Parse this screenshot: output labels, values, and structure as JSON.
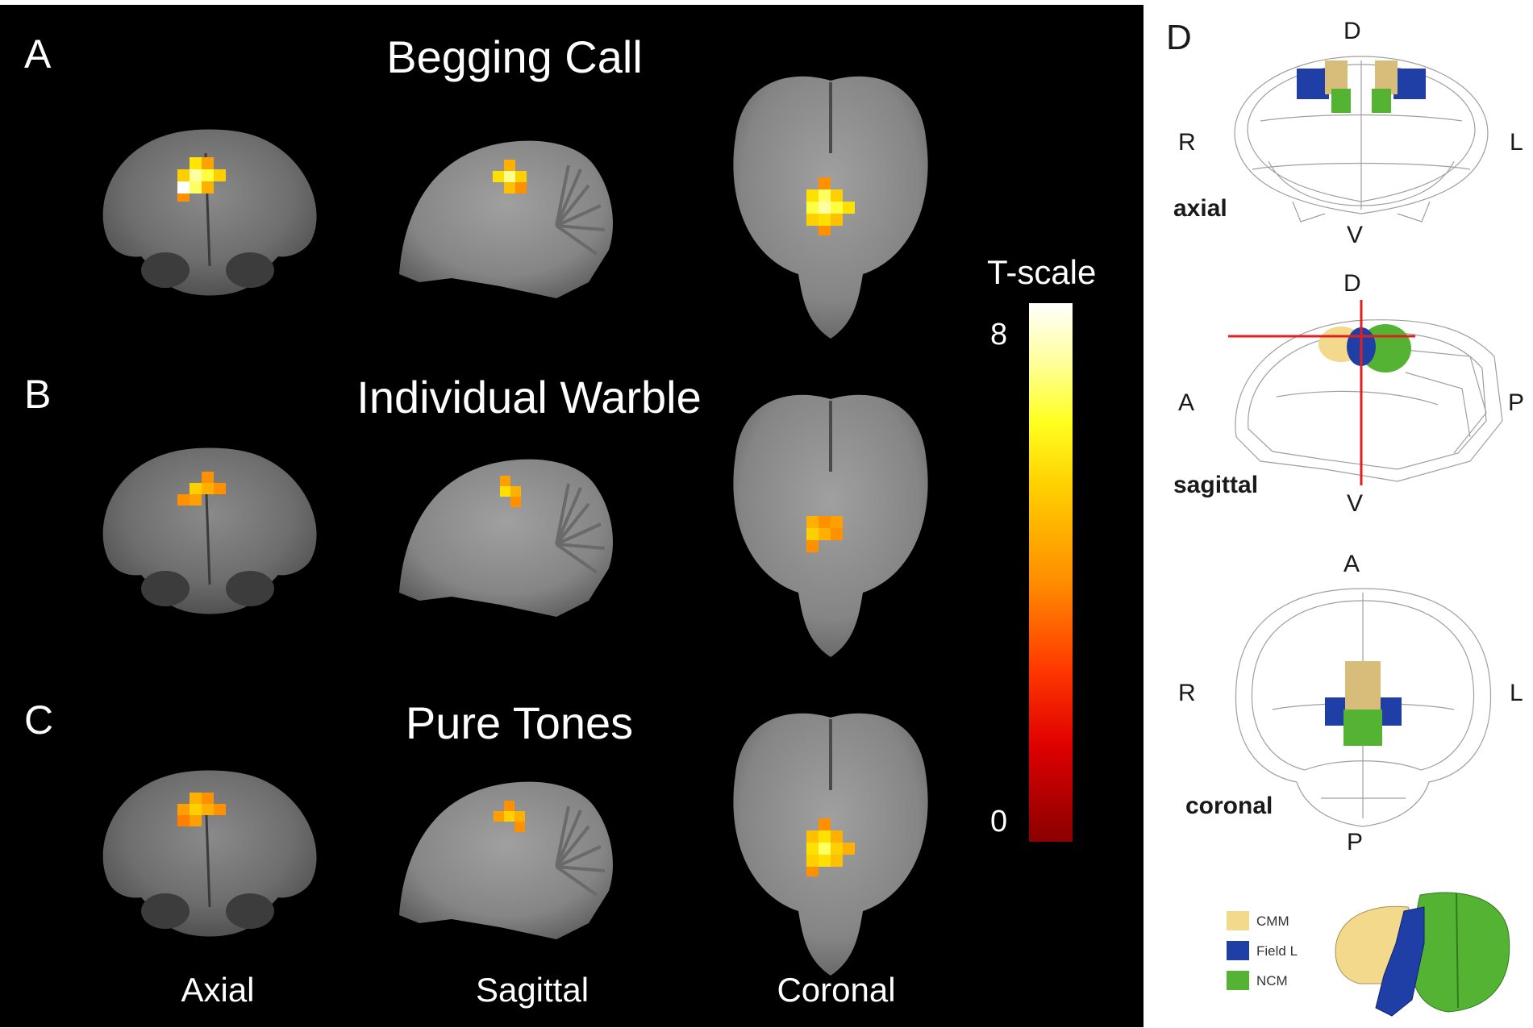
{
  "panels": {
    "left": {
      "rows": [
        {
          "letter": "A",
          "title": "Begging Call"
        },
        {
          "letter": "B",
          "title": "Individual Warble"
        },
        {
          "letter": "C",
          "title": "Pure Tones"
        }
      ],
      "columns": [
        "Axial",
        "Sagittal",
        "Coronal"
      ],
      "colorbar": {
        "label": "T-scale",
        "max_label": "8",
        "min_label": "0",
        "max": 8,
        "min": 0
      }
    },
    "right": {
      "letter": "D",
      "views": [
        {
          "name": "axial",
          "top": "D",
          "bottom": "V",
          "left": "R",
          "right": "L"
        },
        {
          "name": "sagittal",
          "top": "D",
          "bottom": "V",
          "left": "A",
          "right": "P"
        },
        {
          "name": "coronal",
          "top": "A",
          "bottom": "P",
          "left": "R",
          "right": "L"
        }
      ],
      "legend": [
        {
          "label": "CMM",
          "color": "#f2d98c"
        },
        {
          "label": "Field L",
          "color": "#1f3fa6"
        },
        {
          "label": "NCM",
          "color": "#55b333"
        }
      ]
    }
  }
}
